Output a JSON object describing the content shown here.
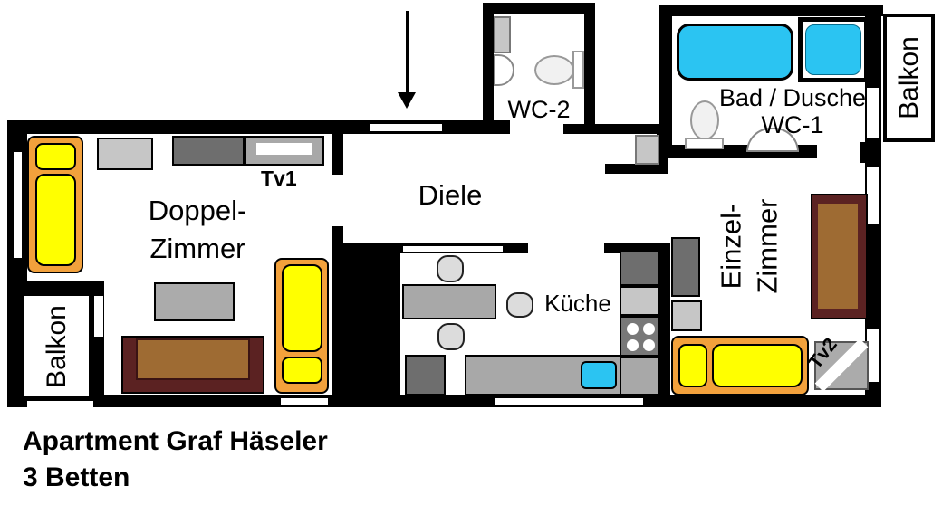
{
  "plan": {
    "title_line1": "Apartment Graf Häseler",
    "title_line2": "3 Betten"
  },
  "rooms": {
    "doppelzimmer": {
      "line1": "Doppel-",
      "line2": "Zimmer"
    },
    "diele": "Diele",
    "wc2": "WC-2",
    "bad": {
      "line1": "Bad / Dusche",
      "line2": "WC-1"
    },
    "kueche": "Küche",
    "einzelzimmer": {
      "line1": "Einzel-",
      "line2": "Zimmer"
    },
    "balkon_left": "Balkon",
    "balkon_right": "Balkon"
  },
  "furniture": {
    "tv1": "Tv1",
    "tv2": "Tv2"
  },
  "colors": {
    "wall": "#000000",
    "bed_frame_orange": "#f2a13c",
    "bed_yellow": "#ffff00",
    "water_blue": "#2bc4f2",
    "wood_brown": "#9e6b33",
    "wood_dark_brown": "#5b2222"
  }
}
